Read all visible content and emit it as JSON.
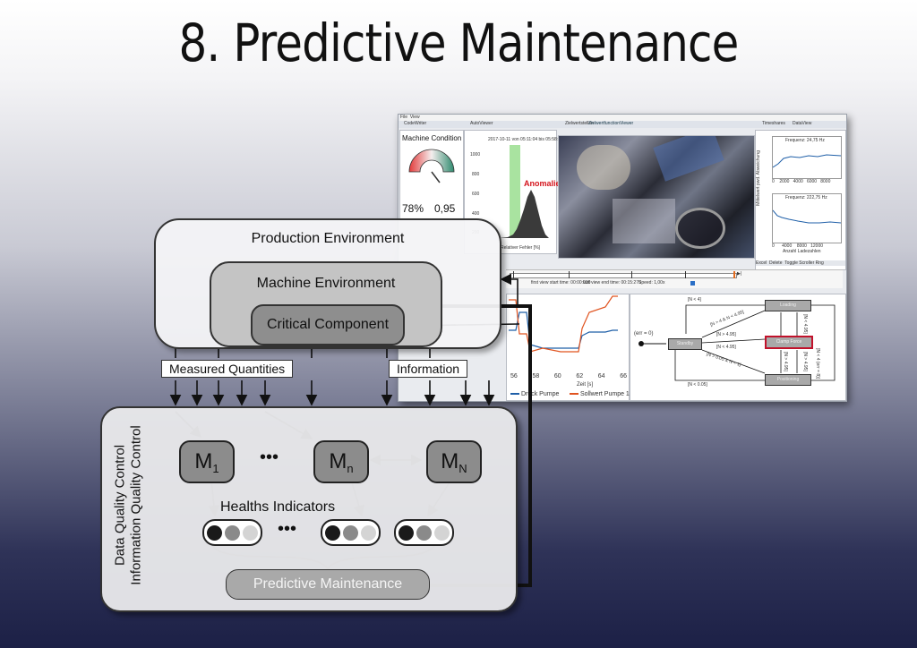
{
  "slide": {
    "title": "8. Predictive Maintenance"
  },
  "screenshot": {
    "menu": [
      "File",
      "View"
    ],
    "tabs_left": [
      "CodeWriter",
      "AutoViewer"
    ],
    "tabs_mid": [
      "Zielwertstellen",
      "ZielwertfunctionViewer"
    ],
    "tabs_right": [
      "Timeshares",
      "DataView"
    ],
    "condition": {
      "label": "Machine Condition",
      "percent": "78%",
      "value": "0,95"
    },
    "histogram": {
      "title": "2017-10-11 von 05:11:04 bis 05:58:41",
      "anomaly": "Anomalie",
      "xlabel": "Relativer Fehler [%]",
      "yticks": [
        "1000",
        "800",
        "600",
        "400",
        "200"
      ]
    },
    "freq": {
      "f1": "Frequenz: 24,75 Hz",
      "f2": "Frequenz: 222,75 Hz",
      "xlabel": "Anzahl Ladezahlen",
      "xticks1": [
        "0",
        "2000",
        "4000",
        "6000",
        "8000"
      ],
      "xticks2": [
        "0",
        "4000",
        "8000",
        "12000"
      ],
      "ylabel": "Mittelwert pwd. Abweichung",
      "bottom_tabs": [
        "Excel",
        "Delete",
        "Toggle Scroller Rng"
      ]
    },
    "timeline": {
      "info1": "first view start time: 00:00:000",
      "info2": "last view end time: 00:15:270",
      "speed": "Speed: 1,00x"
    },
    "lines": {
      "xticks": [
        "56",
        "58",
        "60",
        "62",
        "64",
        "66"
      ],
      "xlabel": "Zeit [s]",
      "legend": [
        {
          "name": "Druck Pumpe",
          "color": "#1f5fa8"
        },
        {
          "name": "Sollwert Pumpe 1",
          "color": "#e0531f"
        }
      ]
    },
    "state": {
      "init": "(err = 0)",
      "standby": "Standby",
      "loading": "Loading",
      "clamp": "Clamp Force",
      "positioning": "Positioning",
      "e1": "[N < 4]",
      "e2": "[N > 4 & N < 4.95]",
      "e3": "[N > 4.95]",
      "e4": "[N < 4.95]",
      "e5": "[N > 0.05 & N < 1]",
      "e6": "[N < 0.05]",
      "e7": "[N < 4 (err = 8)]",
      "e8": "[N < 4.95]",
      "e9": "[N > 4.95]",
      "e10": "[N > 4.95]"
    }
  },
  "diagram": {
    "production": "Production Environment",
    "machine": "Machine Environment",
    "critical": "Critical Component",
    "measured": "Measured Quantities",
    "information": "Information",
    "dots": "•••",
    "models": [
      {
        "base": "M",
        "sub": "1"
      },
      {
        "base": "M",
        "sub": "n"
      },
      {
        "base": "M",
        "sub": "N"
      }
    ],
    "health": "Healths Indicators",
    "predictive": "Predictive Maintenance",
    "side1": "Data Quality Control",
    "side2": "Information Quality Control",
    "dot_colors": [
      "#1a1a1a",
      "#8a8a8a",
      "#d4d4d4"
    ]
  }
}
